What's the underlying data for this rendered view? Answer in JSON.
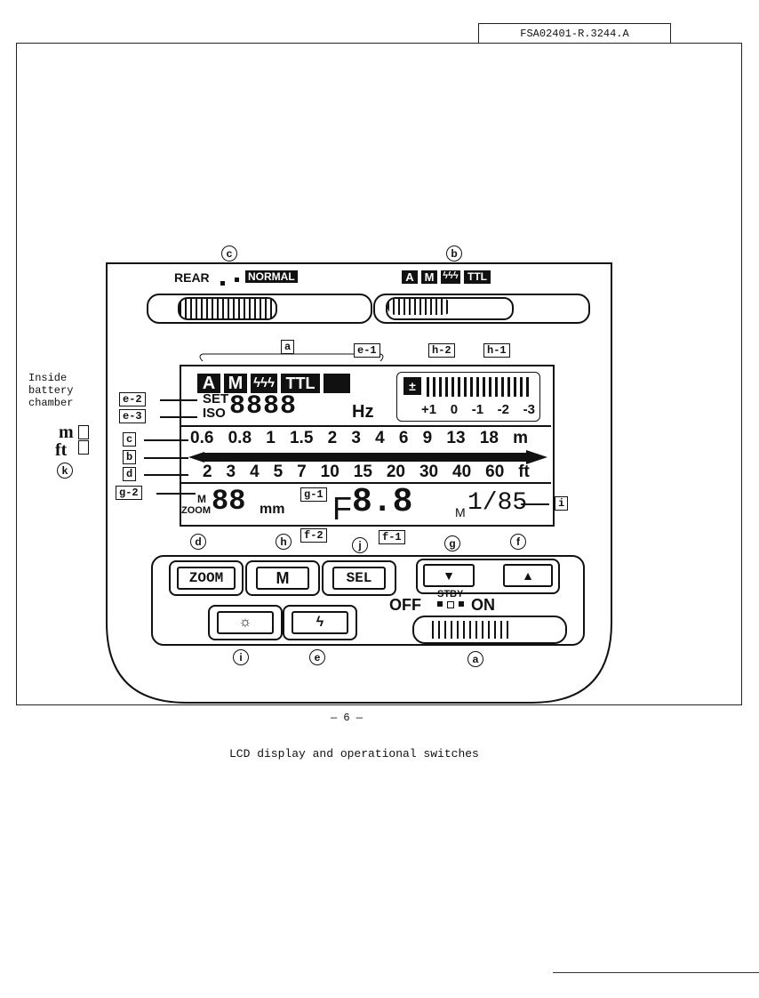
{
  "doc_id": "FSA02401-R.3244.A",
  "side_note": {
    "line1": "Inside",
    "line2": "battery",
    "line3": "chamber",
    "unit_m": "m",
    "unit_ft": "ft",
    "label": "k"
  },
  "slider_c": {
    "label": "c",
    "left_text": "REAR",
    "right_text": "NORMAL"
  },
  "slider_b": {
    "label": "b",
    "modes": [
      "A",
      "M",
      "ϟϟϟ",
      "TTL"
    ]
  },
  "lcd": {
    "group_a_label": "a",
    "modes": [
      "A",
      "M",
      "ϟϟϟ",
      "TTL"
    ],
    "set_label": "SET",
    "iso_label": "ISO",
    "digits4": "8888",
    "hz": "Hz",
    "ev_scale": [
      "+1",
      "0",
      "-1",
      "-2",
      "-3"
    ],
    "meters_row": [
      "0.6",
      "0.8",
      "1",
      "1.5",
      "2",
      "3",
      "4",
      "6",
      "9",
      "13",
      "18",
      "m"
    ],
    "feet_row": [
      "2",
      "3",
      "4",
      "5",
      "7",
      "10",
      "15",
      "20",
      "30",
      "40",
      "60",
      "ft"
    ],
    "zoom_label_m": "M",
    "zoom_label": "ZOOM",
    "zoom_digits": "88",
    "mm": "mm",
    "f_prefix": "F",
    "f_digits": "8.8",
    "shutter_m": "M",
    "shutter": "1/85"
  },
  "tags": {
    "e1": "e-1",
    "e2": "e-2",
    "e3": "e-3",
    "h1": "h-1",
    "h2": "h-2",
    "c": "c",
    "b": "b",
    "d": "d",
    "g1": "g-1",
    "g2": "g-2",
    "f1": "f-1",
    "f2": "f-2",
    "i": "i"
  },
  "buttons": {
    "zoom": "ZOOM",
    "m": "M",
    "sel": "SEL",
    "down": "▼",
    "up": "▲",
    "lamp": "☼",
    "flash": "ϟ",
    "label_d": "d",
    "label_h": "h",
    "label_j": "j",
    "label_g": "g",
    "label_f": "f",
    "label_i": "i",
    "label_e": "e"
  },
  "power": {
    "off": "OFF",
    "stby": "STBY",
    "on": "ON",
    "label": "a"
  },
  "caption": "LCD display and operational switches",
  "page_number": "— 6 —"
}
